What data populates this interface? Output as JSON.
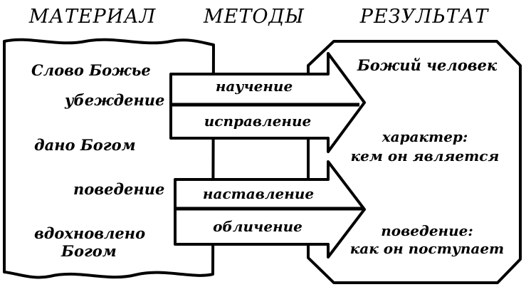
{
  "headers": {
    "material": "МАТЕРИАЛ",
    "methods": "МЕТОДЫ",
    "result": "РЕЗУЛЬТАТ"
  },
  "material": {
    "word_of_god": "Слово Божье",
    "conviction": "убеждение",
    "given_by_god": "дано Богом",
    "behavior": "поведение",
    "inspired_line1": "вдохновлено",
    "inspired_line2": "Богом"
  },
  "methods": {
    "teaching": "научение",
    "correction": "исправление",
    "instruction": "наставление",
    "reproof": "обличение"
  },
  "result": {
    "man_of_god": "Божий человек",
    "character_line1": "характер:",
    "character_line2": "кем он является",
    "behavior_line1": "поведение:",
    "behavior_line2": "как он поступает"
  }
}
